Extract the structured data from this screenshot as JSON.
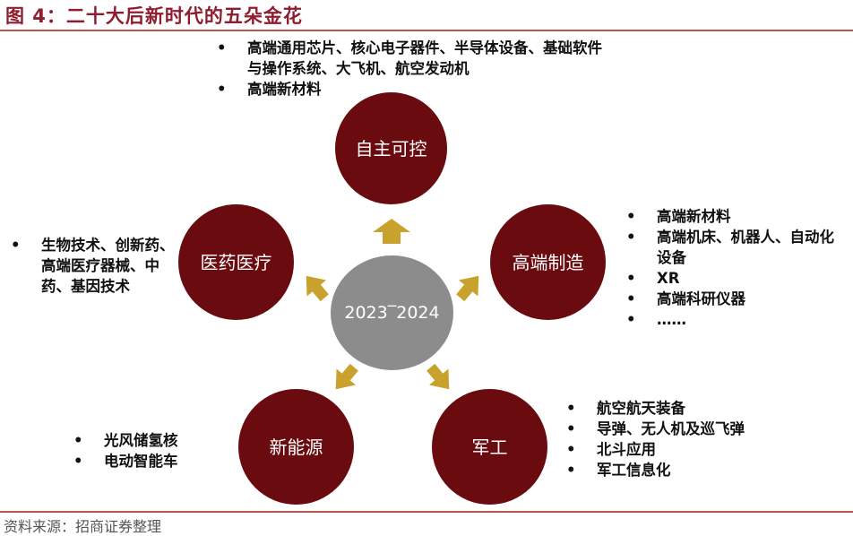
{
  "title": "图 4：二十大后新时代的五朵金花",
  "source": "资料来源：招商证券整理",
  "center": {
    "label": "2023‾2024"
  },
  "colors": {
    "node": "#6a0b10",
    "center": "#8c8c8c",
    "arrow": "#c9a22e",
    "title": "#8f1d2e",
    "rule": "#b5584a"
  },
  "nodes": {
    "top": {
      "label": "自主可控",
      "items": [
        "高端通用芯片、核心电子器件、半导体设备、基础软件与操作系统、大飞机、航空发动机",
        "高端新材料"
      ]
    },
    "right": {
      "label": "高端制造",
      "items": [
        "高端新材料",
        "高端机床、机器人、自动化设备",
        "XR",
        "高端科研仪器",
        "……"
      ]
    },
    "bottom_right": {
      "label": "军工",
      "items": [
        "航空航天装备",
        "导弹、无人机及巡飞弹",
        "北斗应用",
        "军工信息化"
      ]
    },
    "bottom_left": {
      "label": "新能源",
      "items": [
        "光风储氢核",
        "电动智能车"
      ]
    },
    "left": {
      "label": "医药医疗",
      "items": [
        "生物技术、创新药、高端医疗器械、中药、基因技术"
      ]
    }
  }
}
